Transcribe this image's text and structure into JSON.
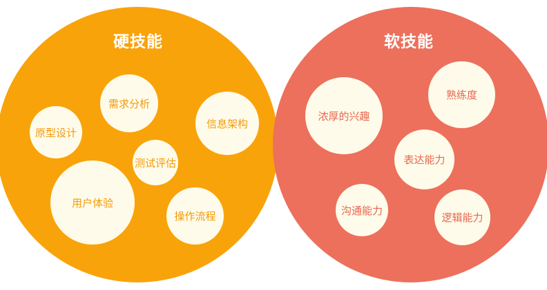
{
  "colors": {
    "hard_circle": "#F9A30A",
    "soft_circle": "#EC705C",
    "bubble_fill": "#FFFBEA",
    "hard_text": "#F39A08",
    "soft_text": "#E66650",
    "title_text": "#FFFFFF"
  },
  "hard_skills": {
    "title": "硬技能",
    "items": {
      "prototype": "原型设计",
      "requirements": "需求分析",
      "information_architecture": "信息架构",
      "testing": "测试评估",
      "user_experience": "用户体验",
      "process": "操作流程"
    }
  },
  "soft_skills": {
    "title": "软技能",
    "items": {
      "interest": "浓厚的兴趣",
      "proficiency": "熟练度",
      "expression": "表达能力",
      "communication": "沟通能力",
      "logic": "逻辑能力"
    }
  }
}
